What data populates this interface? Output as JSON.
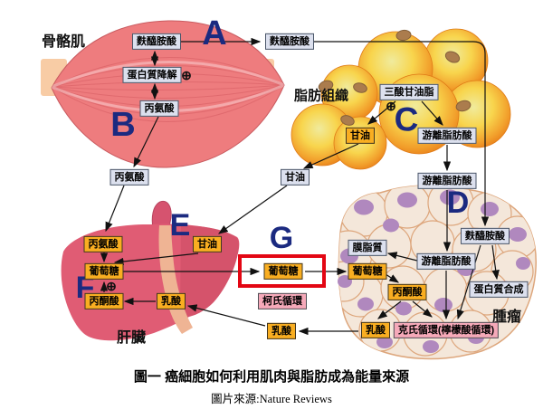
{
  "organs": {
    "muscle": "骨骼肌",
    "adipose": "脂肪組織",
    "liver": "肝臟",
    "tumor": "腫瘤"
  },
  "letters": {
    "A": "A",
    "B": "B",
    "C": "C",
    "D": "D",
    "E": "E",
    "F": "F",
    "G": "G"
  },
  "molecules": {
    "glutamine": "麩醯胺酸",
    "protein_degradation": "蛋白質降解",
    "alanine": "丙氨酸",
    "triglyceride": "三酸甘油脂",
    "glycerol": "甘油",
    "free_fatty_acid": "游離脂肪酸",
    "glucose": "葡萄糖",
    "pyruvate": "丙酮酸",
    "lactate": "乳酸",
    "membrane_lipid": "膜脂質",
    "protein_synthesis": "蛋白質合成",
    "cori_cycle": "柯氏循環",
    "krebs_cycle": "克氏循環(檸檬酸循環)",
    "stimulation": "⊕"
  },
  "caption": {
    "figure_title": "圖一 癌細胞如何利用肌肉與脂肪成為能量來源",
    "source": "圖片來源:Nature Reviews"
  },
  "colors": {
    "letter_navy": "#1b2a80",
    "yellow_box": "#f9ae21",
    "gray_box": "#dce0ee",
    "pink_box": "#f6a9b9",
    "highlight_red": "#e30613",
    "muscle_pink": "#ee7c7e",
    "tendon_peach": "#f8cca5",
    "liver_red": "#e05c74",
    "fat_orange": "#ef8a1e",
    "tumor_beige": "#f4e7da",
    "nucleus_purple": "#b088be"
  }
}
